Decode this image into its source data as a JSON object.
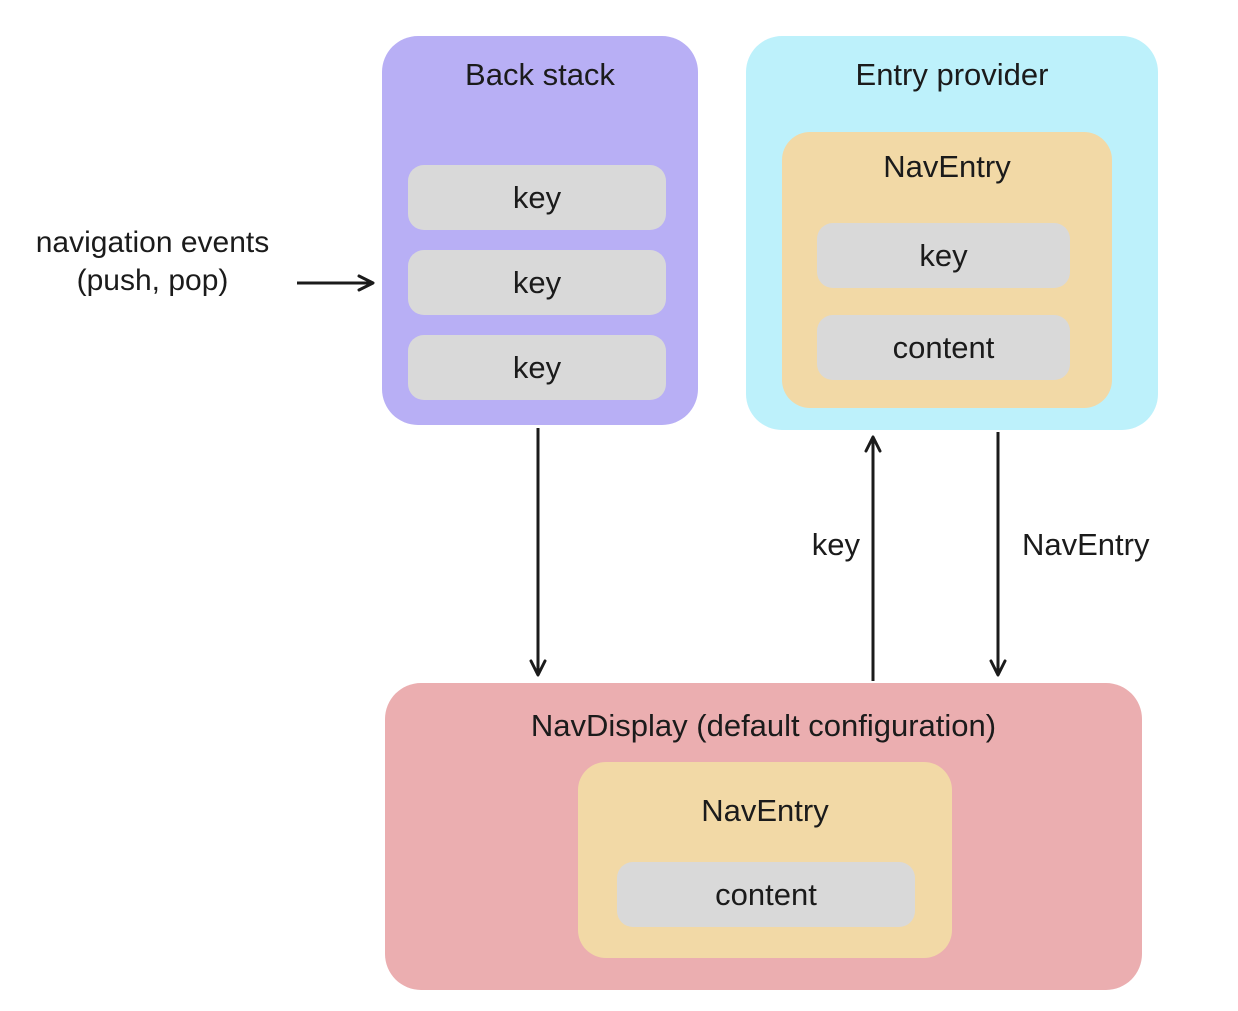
{
  "back_stack": {
    "title": "Back stack",
    "keys": [
      "key",
      "key",
      "key"
    ]
  },
  "entry_provider": {
    "title": "Entry provider",
    "nav_entry": {
      "title": "NavEntry",
      "key_label": "key",
      "content_label": "content"
    }
  },
  "nav_display": {
    "title": "NavDisplay (default configuration)",
    "nav_entry": {
      "title": "NavEntry",
      "content_label": "content"
    }
  },
  "annotations": {
    "nav_events_line1": "navigation events",
    "nav_events_line2": "(push, pop)",
    "key_arrow_label": "key",
    "nav_entry_arrow_label": "NavEntry"
  },
  "colors": {
    "back_stack_bg": "#b8aff5",
    "entry_provider_bg": "#bdf1fb",
    "nav_entry_bg": "#f2d9a6",
    "nav_display_bg": "#ebaeb0",
    "pill_bg": "#d9d9d9",
    "arrow": "#1b1b1b"
  }
}
